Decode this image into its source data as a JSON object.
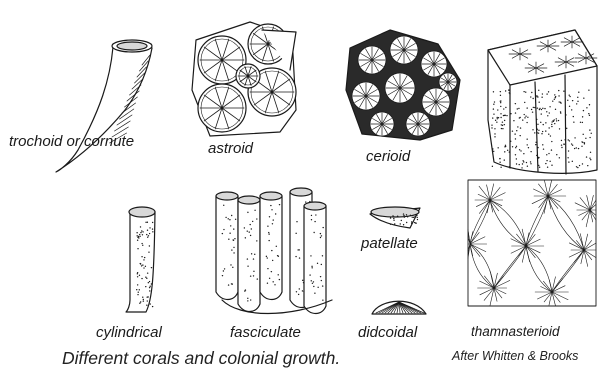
{
  "labels": {
    "trochoid": "trochoid or cornute",
    "astroid": "astroid",
    "cerioid": "cerioid",
    "cylindrical": "cylindrical",
    "fasciculate": "fasciculate",
    "patellate": "patellate",
    "didcoidal": "didcoidal",
    "thamnasterioid": "thamnasterioid"
  },
  "caption": "Different corals and colonial growth.",
  "credit": "After Whitten & Brooks",
  "colors": {
    "ink": "#1a1a1a",
    "background": "#ffffff"
  }
}
